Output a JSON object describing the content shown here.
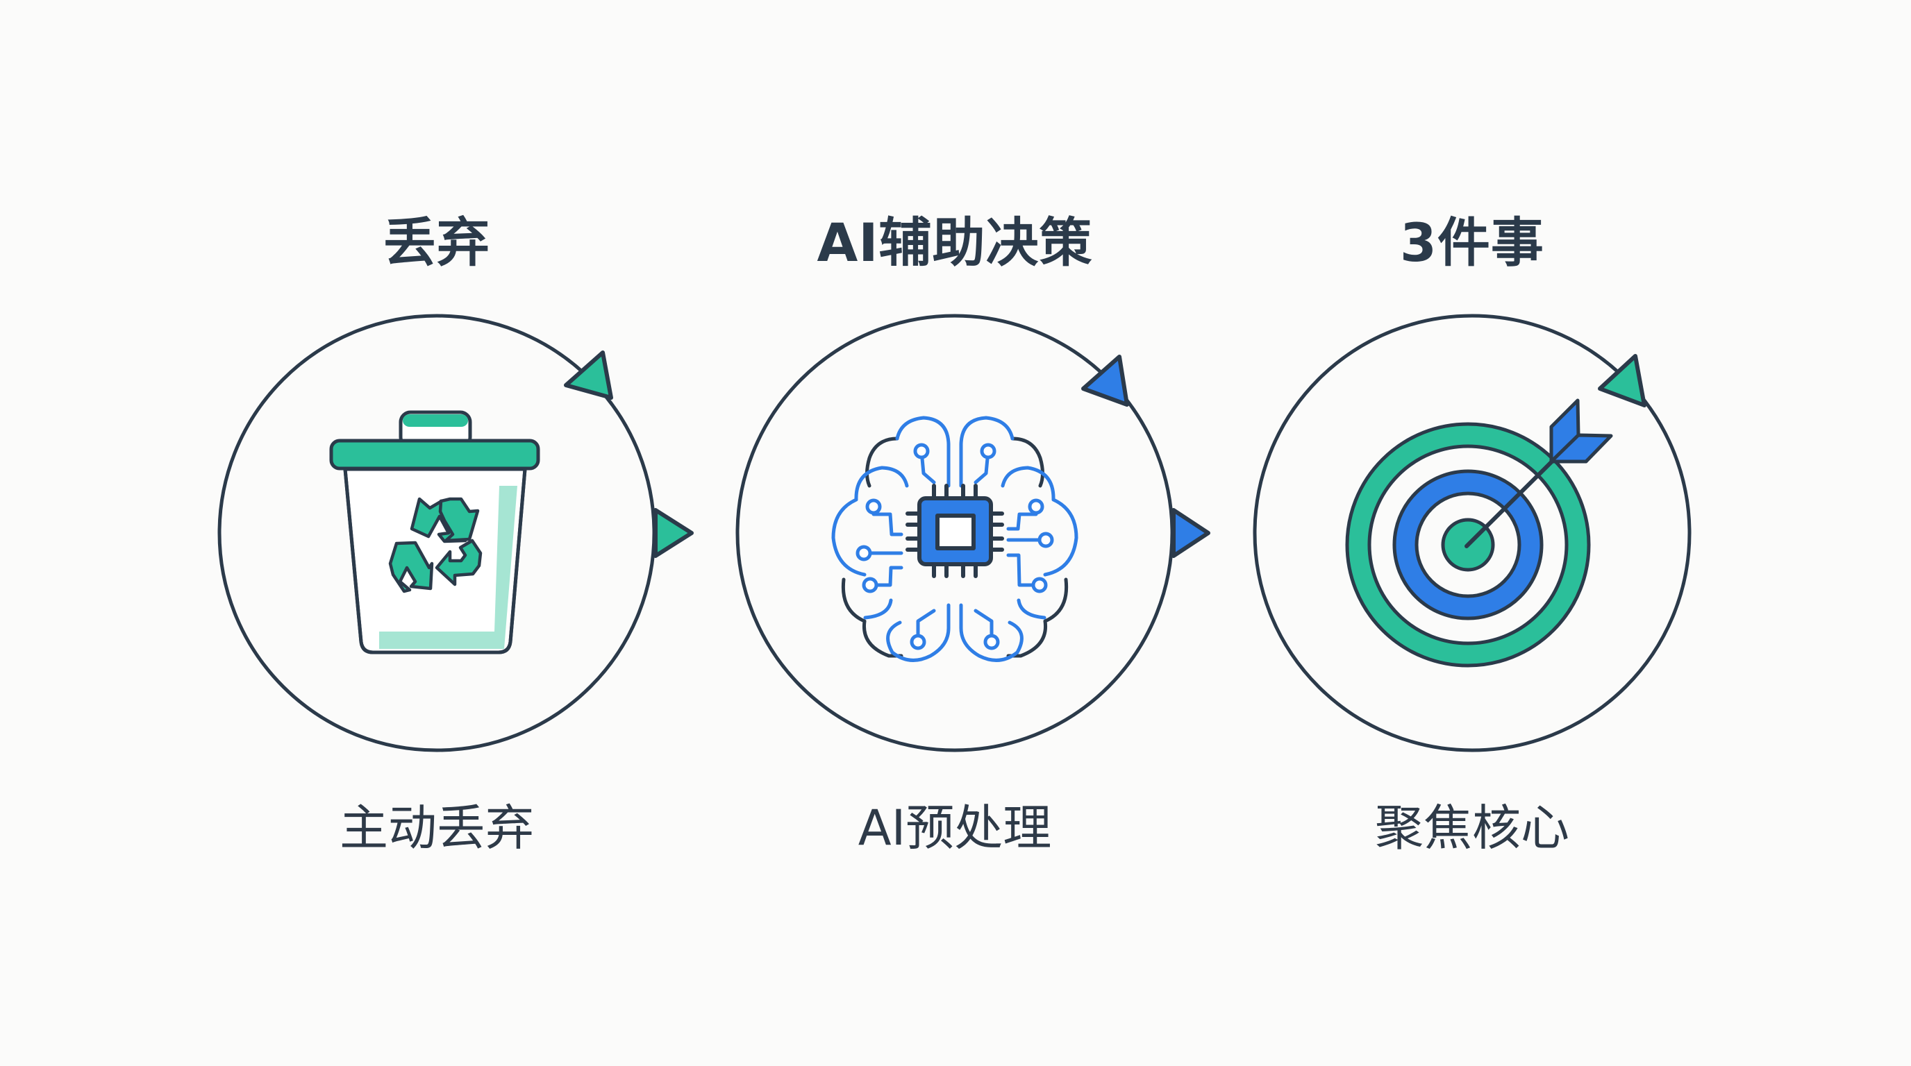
{
  "colors": {
    "background": "#fbfbfa",
    "outline": "#2b3a4a",
    "green": "#2bbf9a",
    "green_light": "#a6e5d3",
    "blue": "#2f7ee6"
  },
  "steps": [
    {
      "title": "丢弃",
      "subtitle": "主动丢弃",
      "icon": "trash-recycle-icon",
      "accent": "green"
    },
    {
      "title": "AI辅助决策",
      "subtitle": "AI预处理",
      "icon": "ai-brain-chip-icon",
      "accent": "blue"
    },
    {
      "title": "3件事",
      "subtitle": "聚焦核心",
      "icon": "target-arrow-icon",
      "accent": "green"
    }
  ]
}
